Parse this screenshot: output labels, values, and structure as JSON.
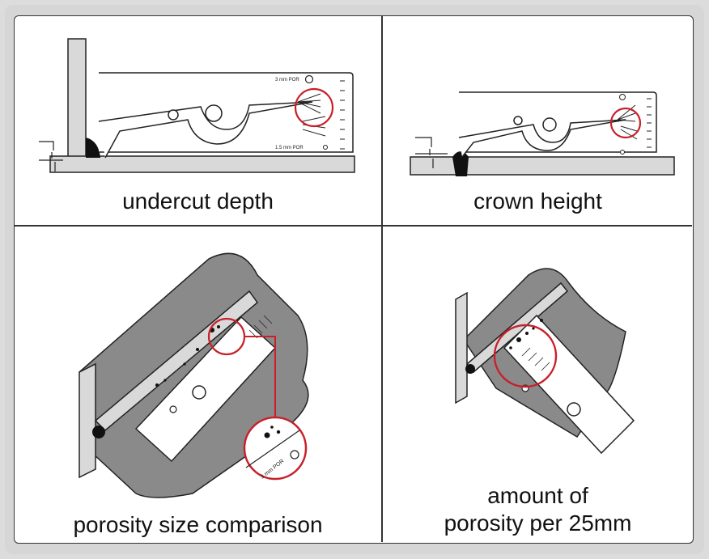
{
  "captions": {
    "undercut": "undercut depth",
    "crown": "crown height",
    "porosity_size": "porosity size comparison",
    "porosity_amount_line1": "amount of",
    "porosity_amount_line2": "porosity per 25mm"
  },
  "gauge_labels": {
    "por_3mm": "3 mm POR",
    "por_15mm": "1.5 mm POR"
  },
  "colors": {
    "highlight": "#c8202a",
    "metal": "#d9d9d9",
    "background_texture": "#8a8a8a",
    "line": "#222222",
    "weld": "#111111"
  }
}
